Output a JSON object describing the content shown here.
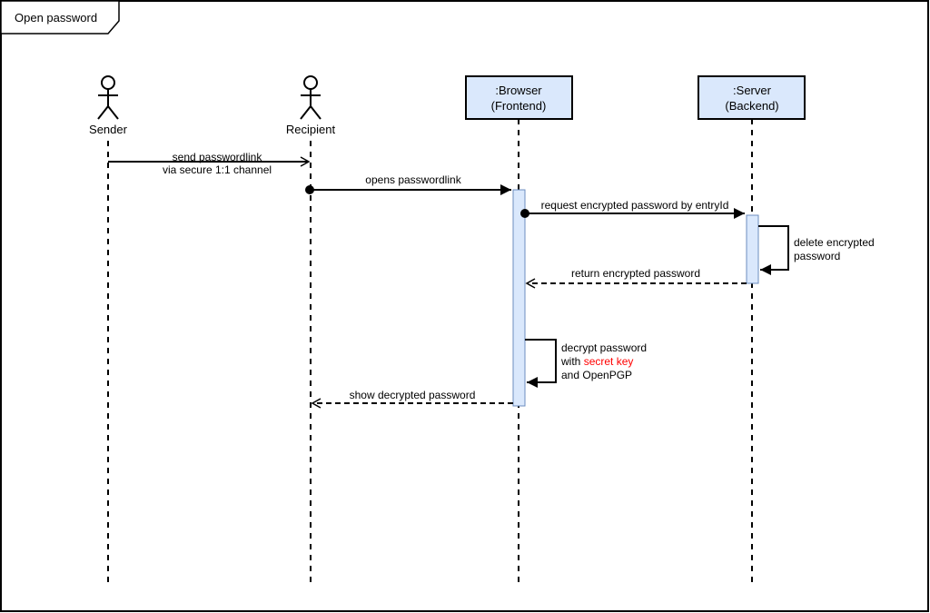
{
  "frame": {
    "title": "Open password"
  },
  "actors": {
    "sender": "Sender",
    "recipient": "Recipient"
  },
  "lifelines": {
    "browser": {
      "line1": ":Browser",
      "line2": "(Frontend)"
    },
    "server": {
      "line1": ":Server",
      "line2": "(Backend)"
    }
  },
  "messages": {
    "send_link": {
      "line1": "send passwordlink",
      "line2": "via secure 1:1 channel"
    },
    "opens_link": "opens passwordlink",
    "request_encrypted": "request encrypted password by entryId",
    "delete_encrypted": {
      "line1": "delete encrypted",
      "line2": "password"
    },
    "return_encrypted": "return encrypted password",
    "decrypt": {
      "line1": "decrypt password",
      "line2_prefix": "with ",
      "line2_highlight": "secret key",
      "line3": "and OpenPGP"
    },
    "show_decrypted": "show decrypted password"
  },
  "colors": {
    "lifeline_fill": "#dae8fc",
    "lifeline_stroke": "#000000",
    "activation_fill": "#dae8fc",
    "activation_stroke": "#6c8ebf",
    "highlight": "#ff0000"
  }
}
